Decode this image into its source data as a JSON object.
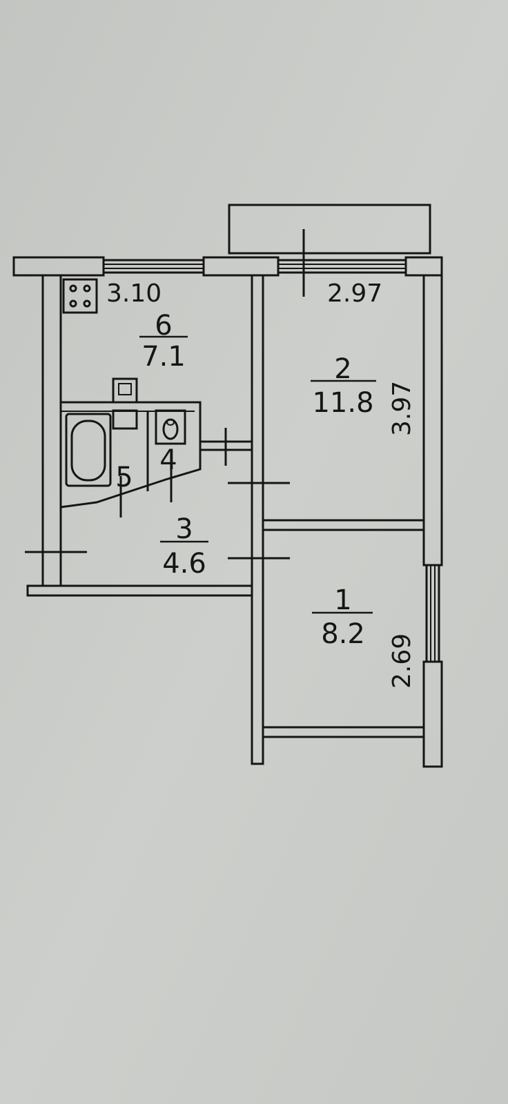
{
  "background_color": "#c9cbc8",
  "ink_color": "#151515",
  "rooms": [
    {
      "id": "room-6",
      "number": "6",
      "area": "7.1"
    },
    {
      "id": "room-2",
      "number": "2",
      "area": "11.8"
    },
    {
      "id": "room-5",
      "number": "5"
    },
    {
      "id": "room-4",
      "number": "4"
    },
    {
      "id": "room-3",
      "number": "3",
      "area": "4.6"
    },
    {
      "id": "room-1",
      "number": "1",
      "area": "8.2"
    }
  ],
  "dimensions": {
    "kitchen_height": "3.10",
    "room2_width": "2.97",
    "room2_length": "3.97",
    "room1_length": "2.69"
  },
  "fixtures": [
    "stove-icon",
    "bathtub-icon",
    "sink-icon",
    "toilet-icon"
  ]
}
